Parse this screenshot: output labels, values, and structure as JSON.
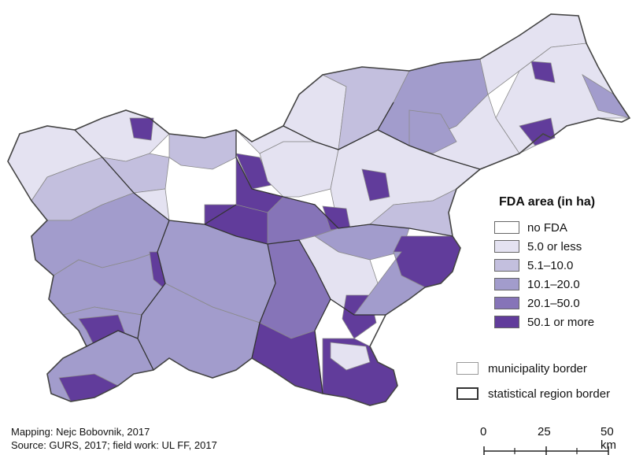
{
  "legend": {
    "title": "FDA area (in ha)",
    "classes": [
      {
        "label": "no FDA",
        "color": "#ffffff"
      },
      {
        "label": "5.0 or less",
        "color": "#e4e2f1"
      },
      {
        "label": "5.1–10.0",
        "color": "#c3bfde"
      },
      {
        "label": "10.1–20.0",
        "color": "#a29ccc"
      },
      {
        "label": "20.1–50.0",
        "color": "#8674b8"
      },
      {
        "label": "50.1 or more",
        "color": "#613c9b"
      }
    ]
  },
  "borders": {
    "municipality": "municipality border",
    "region": "statistical region border"
  },
  "credits": {
    "line1": "Mapping: Nejc Bobovnik, 2017",
    "line2": "Source: GURS, 2017; field work: UL FF, 2017"
  },
  "scale": {
    "labels": [
      "0",
      "25",
      "50 km"
    ]
  }
}
